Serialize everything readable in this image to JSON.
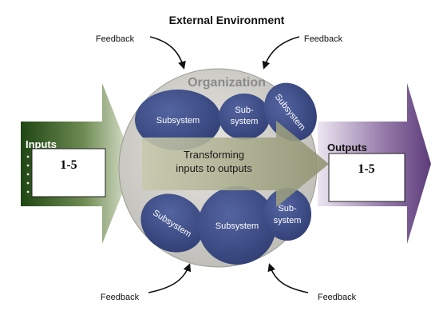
{
  "title": "External Environment",
  "organization": "Organization",
  "transforming": [
    "Transforming",
    "inputs to outputs"
  ],
  "inputs": {
    "label": "Inputs",
    "box_text": "1-5"
  },
  "outputs": {
    "label": "Outputs",
    "box_text": "1-5"
  },
  "feedback": {
    "top_left": "Feedback",
    "top_right": "Feedback",
    "bottom_left": "Feedback",
    "bottom_right": "Feedback"
  },
  "subsystems": {
    "top_left": "Subsystem",
    "top_middle": [
      "Sub-",
      "system"
    ],
    "top_right": "Subsystem",
    "bottom_left": "Subsystem",
    "bottom_middle": "Subsystem",
    "bottom_right": [
      "Sub-",
      "system"
    ]
  },
  "colors": {
    "inputs_arrow": "#2f5a1e",
    "outputs_arrow": "#6b4b86",
    "subsystem_fill": "#3e4d86",
    "circle_fill": "#d2d1cc",
    "transform_arrow": "#9a9c7c"
  }
}
